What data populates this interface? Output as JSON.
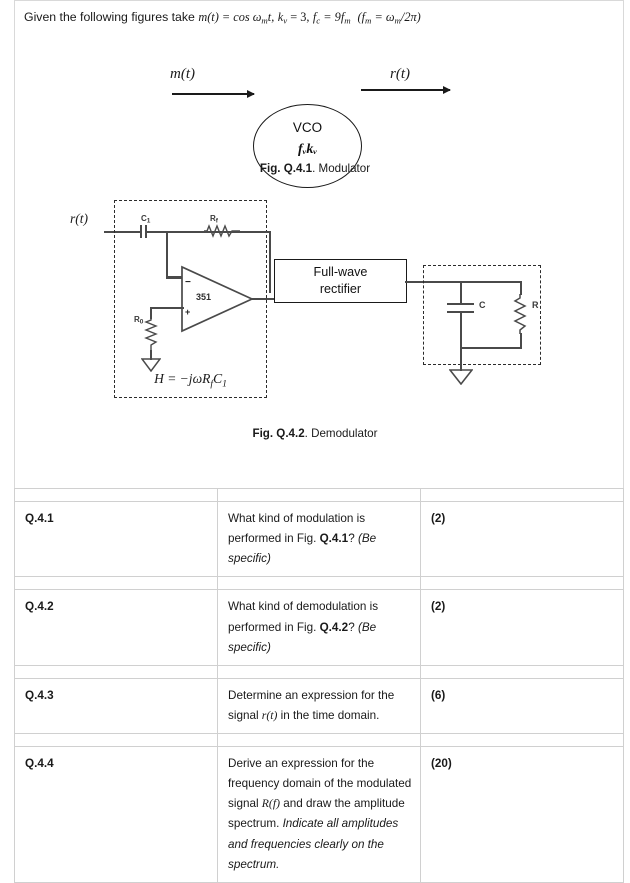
{
  "header": {
    "intro": "Given the following figures take ",
    "eq_mt": "m(t) = cos ",
    "omega_m": "ω",
    "sub_m": "m",
    "t": "t,",
    "kv": "k",
    "kv_sub": "v",
    "kv_val": " = 3,",
    "fc": "f",
    "fc_sub": "c",
    "fc_val": " = 9f",
    "fc_val_sub": "m",
    "paren": "(f",
    "paren_sub": "m",
    "paren_eq": " = ω",
    "paren_eq_sub": "m",
    "paren_end": "/2π)"
  },
  "figure1": {
    "input_label": "m(t)",
    "output_label": "r(t)",
    "block_title": "VCO",
    "block_subtitle": "fᵥkᵥ",
    "caption_bold": "Fig. Q.4.1",
    "caption_rest": ". Modulator"
  },
  "figure2": {
    "input_label": "r(t)",
    "cap_label": "C",
    "cap_label_sub": "1",
    "rf_label": "R",
    "rf_label_sub": "f",
    "r0_label": "R",
    "r0_label_sub": "0",
    "opamp_part": "351",
    "opamp_minus": "−",
    "opamp_plus": "+",
    "transfer_function": "H = −jωRfC₁",
    "rectifier_line1": "Full-wave",
    "rectifier_line2": "rectifier",
    "filter_cap_label": "C",
    "filter_res_label": "R",
    "caption_bold": "Fig. Q.4.2",
    "caption_rest": ". Demodulator"
  },
  "table": {
    "rows": [
      {
        "number": "Q.4.1",
        "text_parts": [
          {
            "t": "What kind of modulation is performed in Fig. ",
            "style": "normal"
          },
          {
            "t": "Q.4.1",
            "style": "bold"
          },
          {
            "t": "? ",
            "style": "normal"
          },
          {
            "t": "(Be specific)",
            "style": "italic"
          }
        ],
        "marks": "(2)"
      },
      {
        "number": "Q.4.2",
        "text_parts": [
          {
            "t": "What kind of demodulation is performed in Fig. ",
            "style": "normal"
          },
          {
            "t": "Q.4.2",
            "style": "bold"
          },
          {
            "t": "? ",
            "style": "normal"
          },
          {
            "t": "(Be specific)",
            "style": "italic"
          }
        ],
        "marks": "(2)"
      },
      {
        "number": "Q.4.3",
        "text_parts": [
          {
            "t": "Determine an expression for the signal ",
            "style": "normal"
          },
          {
            "t": "r(t)",
            "style": "math"
          },
          {
            "t": " in the time domain.",
            "style": "normal"
          }
        ],
        "marks": "(6)"
      },
      {
        "number": "Q.4.4",
        "text_parts": [
          {
            "t": "Derive an expression for the frequency domain of the modulated signal ",
            "style": "normal"
          },
          {
            "t": "R(f)",
            "style": "math"
          },
          {
            "t": " and draw the amplitude spectrum. ",
            "style": "normal"
          },
          {
            "t": "Indicate all amplitudes and frequencies clearly on the spectrum.",
            "style": "italic"
          }
        ],
        "marks": "(20)"
      }
    ]
  },
  "colors": {
    "ink": "#1a1a1a",
    "wire": "#4a4a4a",
    "rule": "#d0d0d0"
  }
}
